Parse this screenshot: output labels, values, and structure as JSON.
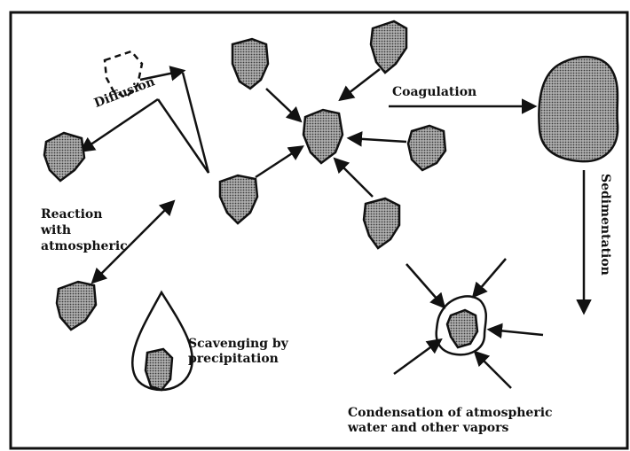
{
  "labels": {
    "diffusion": "Diffusion",
    "coagulation": "Coagulation",
    "sedimentation": "Sedimentation",
    "reaction_line1": "Reaction",
    "reaction_line2": "with",
    "reaction_line3": "atmospheric",
    "scavenging_line1": "Scavenging by",
    "scavenging_line2": "precipitation",
    "condensation_line1": "Condensation of atmospheric",
    "condensation_line2": "water and other vapors"
  },
  "colors": {
    "ink": "#111111",
    "particle_fill": "#8a8a8a",
    "background": "#ffffff"
  }
}
